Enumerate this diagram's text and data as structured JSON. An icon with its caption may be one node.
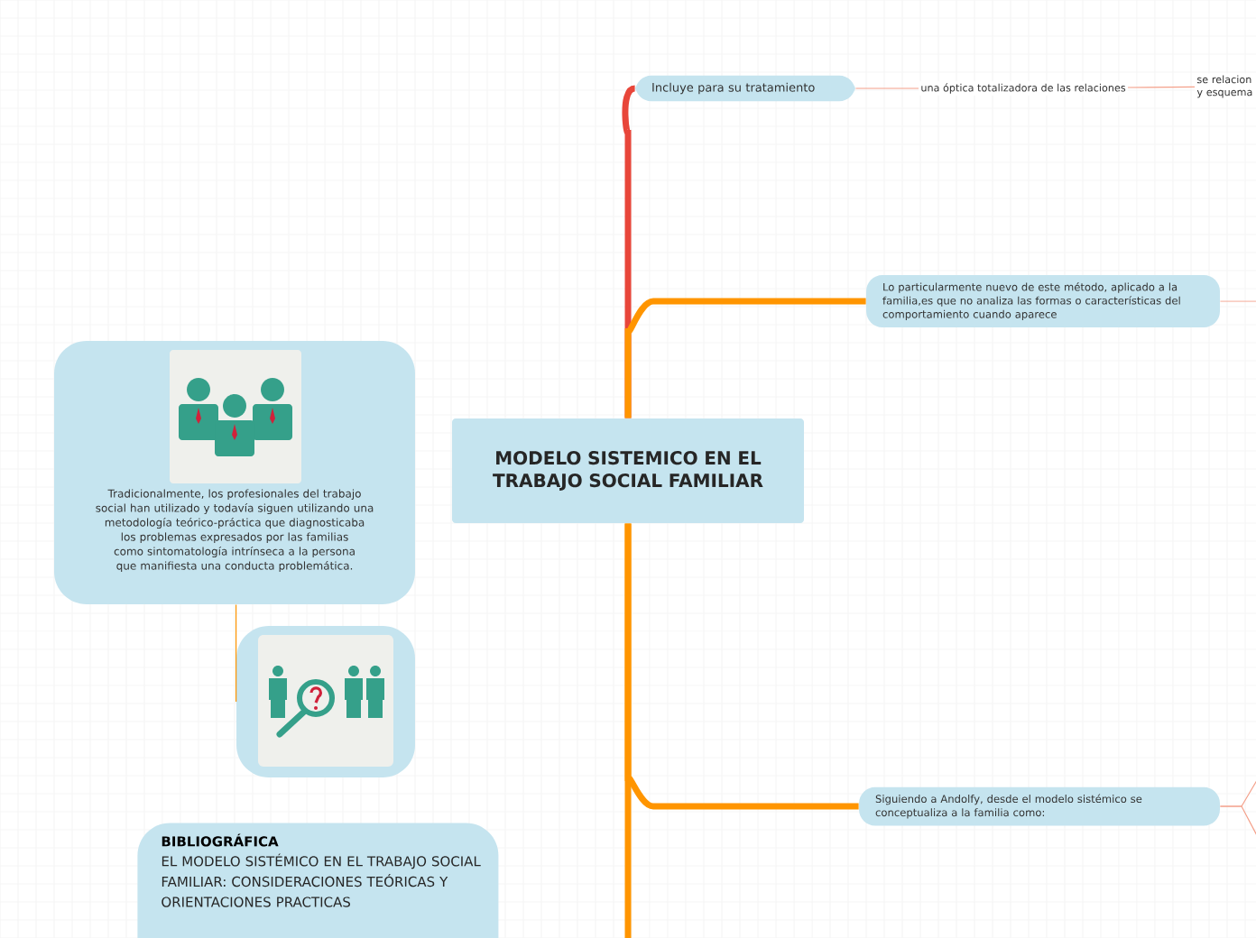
{
  "diagram": {
    "nodes": [
      {
        "text": [
          "MODELO SISTEMICO EN EL TRABAJO SOCIAL FAMILIAR"
        ]
      },
      {
        "text": [
          "Incluye para su tratamiento"
        ]
      },
      {
        "text": [
          "una óptica totalizadora de las relaciones"
        ]
      },
      {
        "text": [
          "se relacion y esquema"
        ]
      },
      {
        "text": [
          "Lo particularmente nuevo de este método, aplicado a la familia,es que no analiza las formas o características del comportamiento cuando aparece"
        ]
      },
      {
        "text": [
          "Siguiendo a Andolfy, desde el modelo sistémico se conceptualiza a la familia como:"
        ]
      },
      {
        "text": [
          "Tradicionalmente, los profesionales del trabajo social han utilizado y todavía siguen utilizando una metodología teórico-práctica que diagnosticaba los problemas expresados por las familias como sintomatología intrínseca a la persona que manifiesta una conducta problemática."
        ]
      },
      {
        "text": [],
        "shape": "picture"
      },
      {
        "text": [
          "BIBLIOGRÁFICA",
          "EL MODELO SISTÉMICO EN EL TRABAJO SOCIAL FAMILIAR: CONSIDERACIONES TEÓRICAS Y ORIENTACIONES PRACTICAS"
        ]
      }
    ],
    "edges": [
      {
        "from": 0,
        "to": 1,
        "arrow": "none",
        "style": "thick",
        "color": "#e8463a"
      },
      {
        "from": 1,
        "to": 2,
        "arrow": "none"
      },
      {
        "from": 2,
        "to": 3,
        "arrow": "none"
      },
      {
        "from": 0,
        "to": 4,
        "arrow": "none",
        "style": "thick",
        "color": "#ff9500"
      },
      {
        "from": 4,
        "to": null,
        "arrow": "none"
      },
      {
        "from": 0,
        "to": 5,
        "arrow": "none",
        "style": "thick",
        "color": "#ff9500"
      },
      {
        "from": 5,
        "to": null,
        "arrow": "none"
      },
      {
        "from": 5,
        "to": null,
        "arrow": "none"
      },
      {
        "from": 0,
        "to": null,
        "arrow": "none",
        "style": "thick",
        "color": "#ff9500"
      },
      {
        "from": 6,
        "to": 7,
        "arrow": "none",
        "color": "#ff9500"
      }
    ]
  }
}
